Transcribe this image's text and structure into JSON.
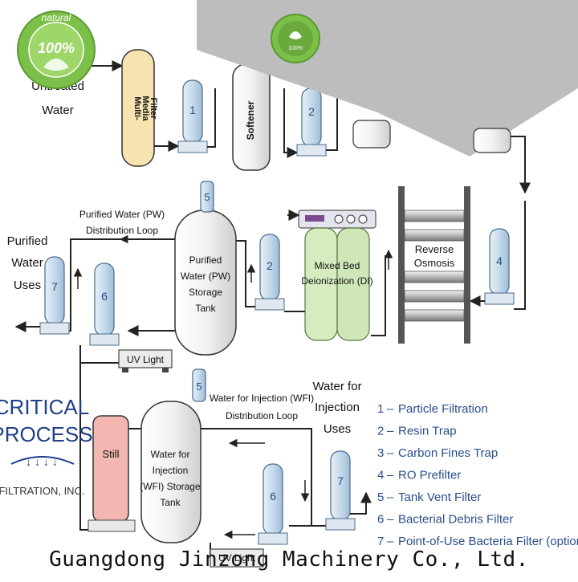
{
  "diagram": {
    "sources": {
      "untreated_water": [
        "Untreated",
        "Water"
      ]
    },
    "equipment": {
      "multimedia_filter": [
        "Multi-",
        "Media",
        "Filter"
      ],
      "softener": "Softener",
      "reverse_osmosis": [
        "Reverse",
        "Osmosis"
      ],
      "mixed_bed_di": [
        "Mixed Bed",
        "Deionization (DI)"
      ],
      "pw_storage_tank": [
        "Purified",
        "Water (PW)",
        "Storage",
        "Tank"
      ],
      "wfi_storage_tank": [
        "Water for",
        "Injection",
        "(WFI) Storage",
        "Tank"
      ],
      "still": "Still",
      "uv_light_pw": "UV Light",
      "uv_light_wfi": "UV Light"
    },
    "loops": {
      "pw_loop": [
        "Purified Water (PW)",
        "Distribution Loop"
      ],
      "wfi_loop": [
        "Water for Injection (WFI)",
        "Distribution Loop"
      ]
    },
    "uses": {
      "pw_uses": [
        "Purified",
        "Water",
        "Uses"
      ],
      "wfi_uses": [
        "Water for",
        "Injection",
        "Uses"
      ]
    },
    "filter_numbers": {
      "f1": "1",
      "f2a": "2",
      "f2b": "2",
      "f4": "4",
      "f5a": "5",
      "f5b": "5",
      "f6a": "6",
      "f6b": "6",
      "f7a": "7",
      "f7b": "7"
    },
    "legend": [
      {
        "num": "1",
        "label": "Particle Filtration"
      },
      {
        "num": "2",
        "label": "Resin Trap"
      },
      {
        "num": "3",
        "label": "Carbon Fines Trap"
      },
      {
        "num": "4",
        "label": "RO Prefilter"
      },
      {
        "num": "5",
        "label": "Tank Vent Filter"
      },
      {
        "num": "6",
        "label": "Bacterial Debris Filter"
      },
      {
        "num": "7",
        "label": "Point-of-Use Bacteria Filter (optional)"
      }
    ],
    "logo": {
      "line1": "CRITICAL",
      "line2": "PROCESS",
      "line3": "FILTRATION, INC."
    },
    "badges": {
      "badge_large": {
        "ring_text": "natural",
        "center_text": "100%"
      },
      "badge_small": {
        "center_text": "100%"
      }
    }
  },
  "footer": "Guangdong Jinzong Machinery Co., Ltd.",
  "colors": {
    "line": "#222222",
    "filter_fill": "#c9dcec",
    "filter_stroke": "#4a6a8a",
    "mmf_fill": "#f6e3b0",
    "di_fill": "#d6ecc0",
    "still_fill": "#f4b6b0",
    "legend_text": "#2a4f8c",
    "logo_blue": "#1f3f86",
    "badge_green": "#7cc04a",
    "overlay_grey": "#bdbdbd"
  }
}
